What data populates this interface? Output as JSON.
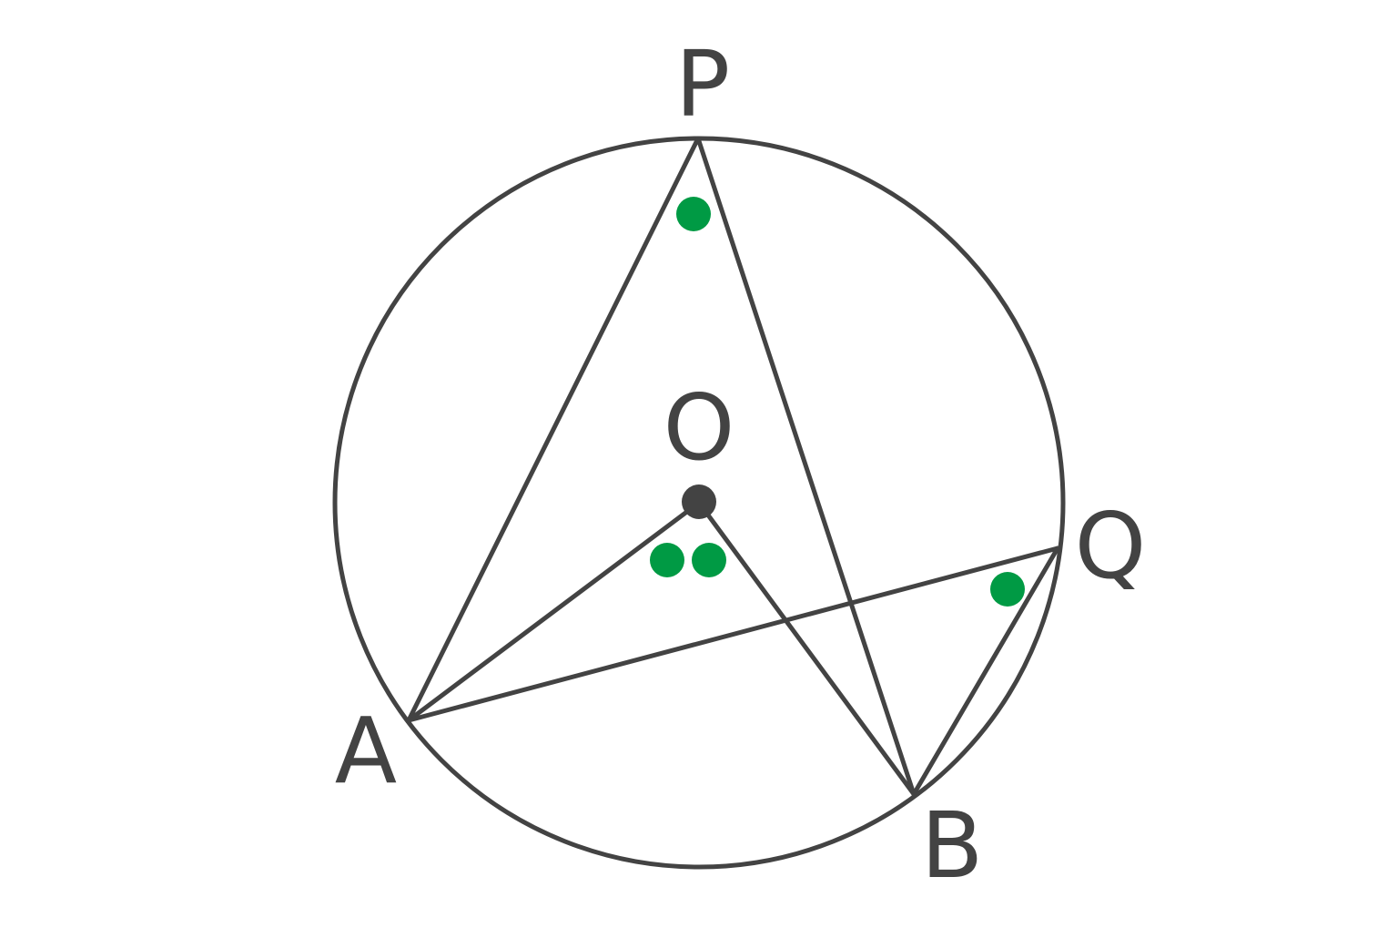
{
  "diagram": {
    "labels": {
      "P": "P",
      "O": "O",
      "Q": "Q",
      "A": "A",
      "B": "B"
    },
    "colors": {
      "line": "#434343",
      "marker": "#009a44",
      "center_dot": "#434343"
    },
    "angle_markers": {
      "at_P": 1,
      "at_O": 2,
      "at_Q": 1
    }
  }
}
